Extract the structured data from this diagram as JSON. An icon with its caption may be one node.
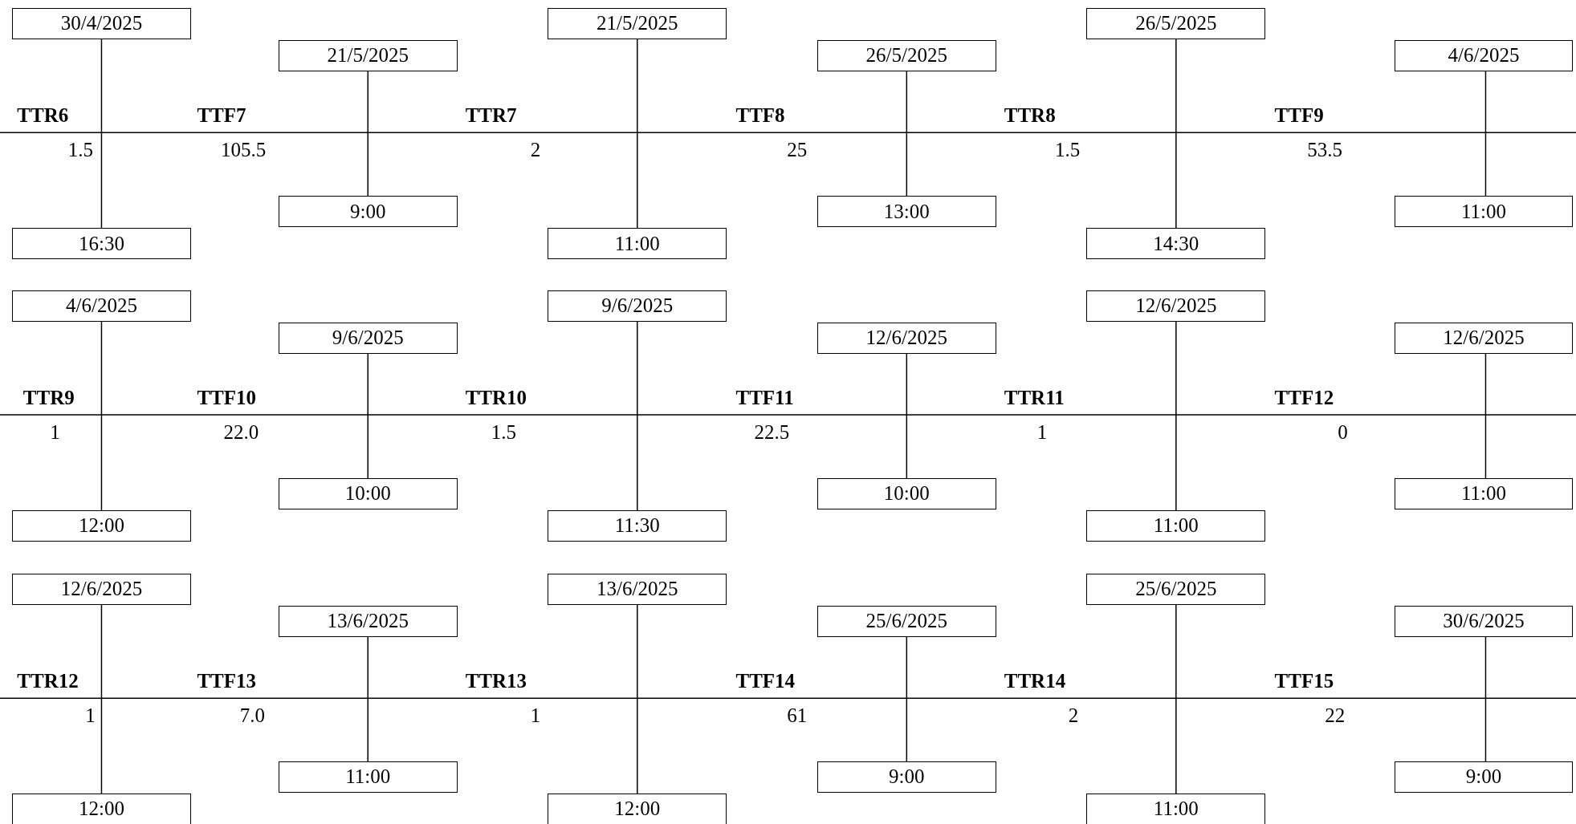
{
  "diagram": {
    "nodes": [
      {
        "text": [
          "30/4/2025"
        ]
      },
      {
        "text": [
          "16:30"
        ]
      },
      {
        "text": [
          "21/5/2025"
        ]
      },
      {
        "text": [
          "9:00"
        ]
      },
      {
        "text": [
          "21/5/2025"
        ]
      },
      {
        "text": [
          "11:00"
        ]
      },
      {
        "text": [
          "26/5/2025"
        ]
      },
      {
        "text": [
          "13:00"
        ]
      },
      {
        "text": [
          "26/5/2025"
        ]
      },
      {
        "text": [
          "14:30"
        ]
      },
      {
        "text": [
          "4/6/2025"
        ]
      },
      {
        "text": [
          "11:00"
        ]
      },
      {
        "text": [
          "4/6/2025"
        ]
      },
      {
        "text": [
          "12:00"
        ]
      },
      {
        "text": [
          "9/6/2025"
        ]
      },
      {
        "text": [
          "10:00"
        ]
      },
      {
        "text": [
          "9/6/2025"
        ]
      },
      {
        "text": [
          "11:30"
        ]
      },
      {
        "text": [
          "12/6/2025"
        ]
      },
      {
        "text": [
          "10:00"
        ]
      },
      {
        "text": [
          "12/6/2025"
        ]
      },
      {
        "text": [
          "11:00"
        ]
      },
      {
        "text": [
          "12/6/2025"
        ]
      },
      {
        "text": [
          "11:00"
        ]
      },
      {
        "text": [
          "12/6/2025"
        ]
      },
      {
        "text": [
          "12:00"
        ]
      },
      {
        "text": [
          "13/6/2025"
        ]
      },
      {
        "text": [
          "11:00"
        ]
      },
      {
        "text": [
          "13/6/2025"
        ]
      },
      {
        "text": [
          "12:00"
        ]
      },
      {
        "text": [
          "25/6/2025"
        ]
      },
      {
        "text": [
          "9:00"
        ]
      },
      {
        "text": [
          "25/6/2025"
        ]
      },
      {
        "text": [
          "11:00"
        ]
      },
      {
        "text": [
          "30/6/2025"
        ]
      },
      {
        "text": [
          "9:00"
        ]
      }
    ],
    "edges": [
      {
        "from": 0,
        "to": 1,
        "arrow": "none"
      },
      {
        "from": 2,
        "to": 3,
        "arrow": "none"
      },
      {
        "from": 4,
        "to": 5,
        "arrow": "none"
      },
      {
        "from": 6,
        "to": 7,
        "arrow": "none"
      },
      {
        "from": 8,
        "to": 9,
        "arrow": "none"
      },
      {
        "from": 10,
        "to": 11,
        "arrow": "none"
      },
      {
        "from": 12,
        "to": 13,
        "arrow": "none"
      },
      {
        "from": 14,
        "to": 15,
        "arrow": "none"
      },
      {
        "from": 16,
        "to": 17,
        "arrow": "none"
      },
      {
        "from": 18,
        "to": 19,
        "arrow": "none"
      },
      {
        "from": 20,
        "to": 21,
        "arrow": "none"
      },
      {
        "from": 22,
        "to": 23,
        "arrow": "none"
      },
      {
        "from": 24,
        "to": 25,
        "arrow": "none"
      },
      {
        "from": 26,
        "to": 27,
        "arrow": "none"
      },
      {
        "from": 28,
        "to": 29,
        "arrow": "none"
      },
      {
        "from": 30,
        "to": 31,
        "arrow": "none"
      },
      {
        "from": 32,
        "to": 33,
        "arrow": "none"
      },
      {
        "from": 34,
        "to": 35,
        "arrow": "none"
      }
    ],
    "labels": [
      "TTR6",
      "1.5",
      "TTF7",
      "105.5",
      "TTR7",
      "2",
      "TTF8",
      "25",
      "TTR8",
      "1.5",
      "TTF9",
      "53.5",
      "TTR9",
      "1",
      "TTF10",
      "22.0",
      "TTR10",
      "1.5",
      "TTF11",
      "22.5",
      "TTR11",
      "1",
      "TTF12",
      "0",
      "TTR12",
      "1",
      "TTF13",
      "7.0",
      "TTR13",
      "1",
      "TTF14",
      "61",
      "TTR14",
      "2",
      "TTF15",
      "22"
    ]
  }
}
